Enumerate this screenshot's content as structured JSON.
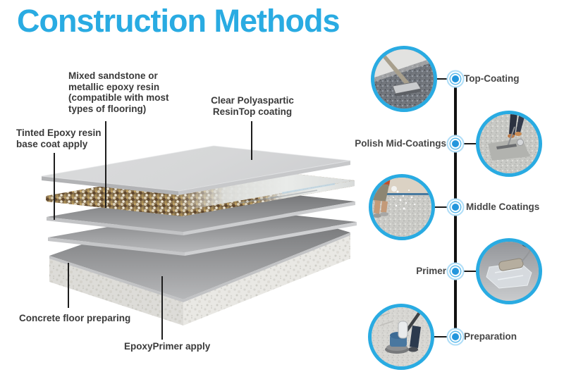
{
  "title": "Construction Methods",
  "colors": {
    "accent": "#29abe2",
    "label_text": "#3a3a3a",
    "timeline_line": "#111111"
  },
  "diagram": {
    "callouts": [
      {
        "name": "mixed-sandstone",
        "lines": [
          "Mixed sandstone or",
          "metallic epoxy resin",
          "(compatible with most",
          "types of flooring)"
        ]
      },
      {
        "name": "clear-polyaspartic",
        "lines": [
          "Clear Polyaspartic",
          "ResinTop coating"
        ]
      },
      {
        "name": "tinted-epoxy",
        "lines": [
          "Tinted Epoxy resin",
          "base coat apply"
        ]
      },
      {
        "name": "concrete-floor",
        "lines": [
          "Concrete floor preparing"
        ]
      },
      {
        "name": "epoxy-primer",
        "lines": [
          "EpoxyPrimer apply"
        ]
      }
    ]
  },
  "timeline": {
    "steps": [
      {
        "label": "Top-Coating",
        "photo": "squeegee smoothing top coat on terrazzo floor"
      },
      {
        "label": "Polish Mid-Coatings",
        "photo": "worker polishing mid coating with squeegee"
      },
      {
        "label": "Middle Coatings",
        "photo": "worker broadcasting flakes onto middle coating"
      },
      {
        "label": "Primer",
        "photo": "roller applying clear primer on concrete"
      },
      {
        "label": "Preparation",
        "photo": "floor grinding machine preparing concrete"
      }
    ]
  }
}
